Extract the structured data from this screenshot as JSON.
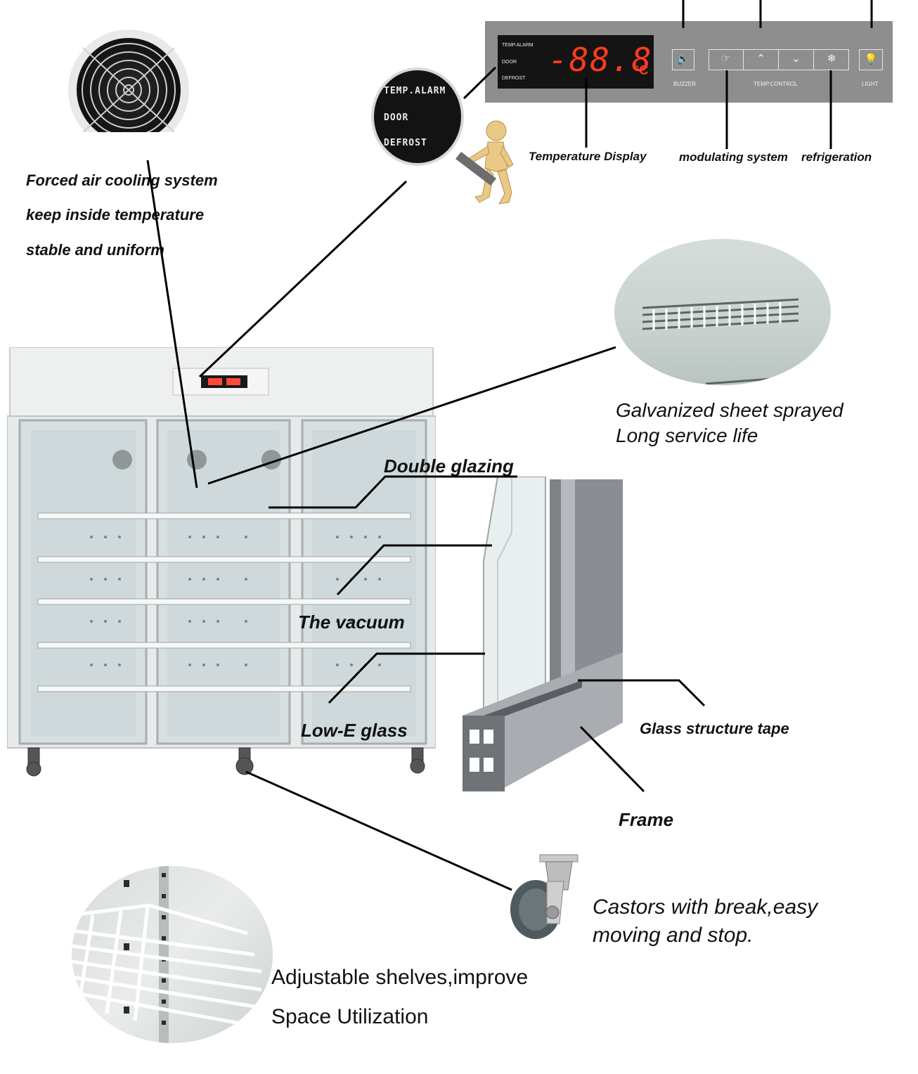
{
  "captions": {
    "fan_line1": "Forced air cooling system",
    "fan_line2": "keep inside temperature",
    "fan_line3": "stable and uniform",
    "temp_display": "Temperature Display",
    "modulating": "modulating system",
    "refrigeration": "refrigeration",
    "galvanized_line1": "Galvanized sheet sprayed",
    "galvanized_line2": "Long service life",
    "double_glazing": "Double glazing",
    "vacuum": "The vacuum",
    "low_e": "Low-E glass",
    "glass_tape": "Glass structure tape",
    "frame": "Frame",
    "castors_line1": "Castors with break,easy",
    "castors_line2": "moving and stop.",
    "shelves_line1": "Adjustable shelves,improve",
    "shelves_line2": "Space Utilization"
  },
  "control_panel": {
    "indicators": [
      "TEMP.ALARM",
      "DOOR",
      "DEFROST"
    ],
    "display_value": "-88.8",
    "unit": "°C",
    "buzzer_label": "BUZZER",
    "temp_control_label": "TEMP.CONTROL",
    "light_label": "LIGHT"
  },
  "zoom_lens": {
    "items": [
      "TEMP.ALARM",
      "DOOR",
      "DEFROST"
    ]
  },
  "colors": {
    "panel_gray": "#8f8f8f",
    "display_red": "#ff3b1f",
    "cabinet_white": "#eef0f0",
    "frame_gray": "#8a8d92"
  }
}
